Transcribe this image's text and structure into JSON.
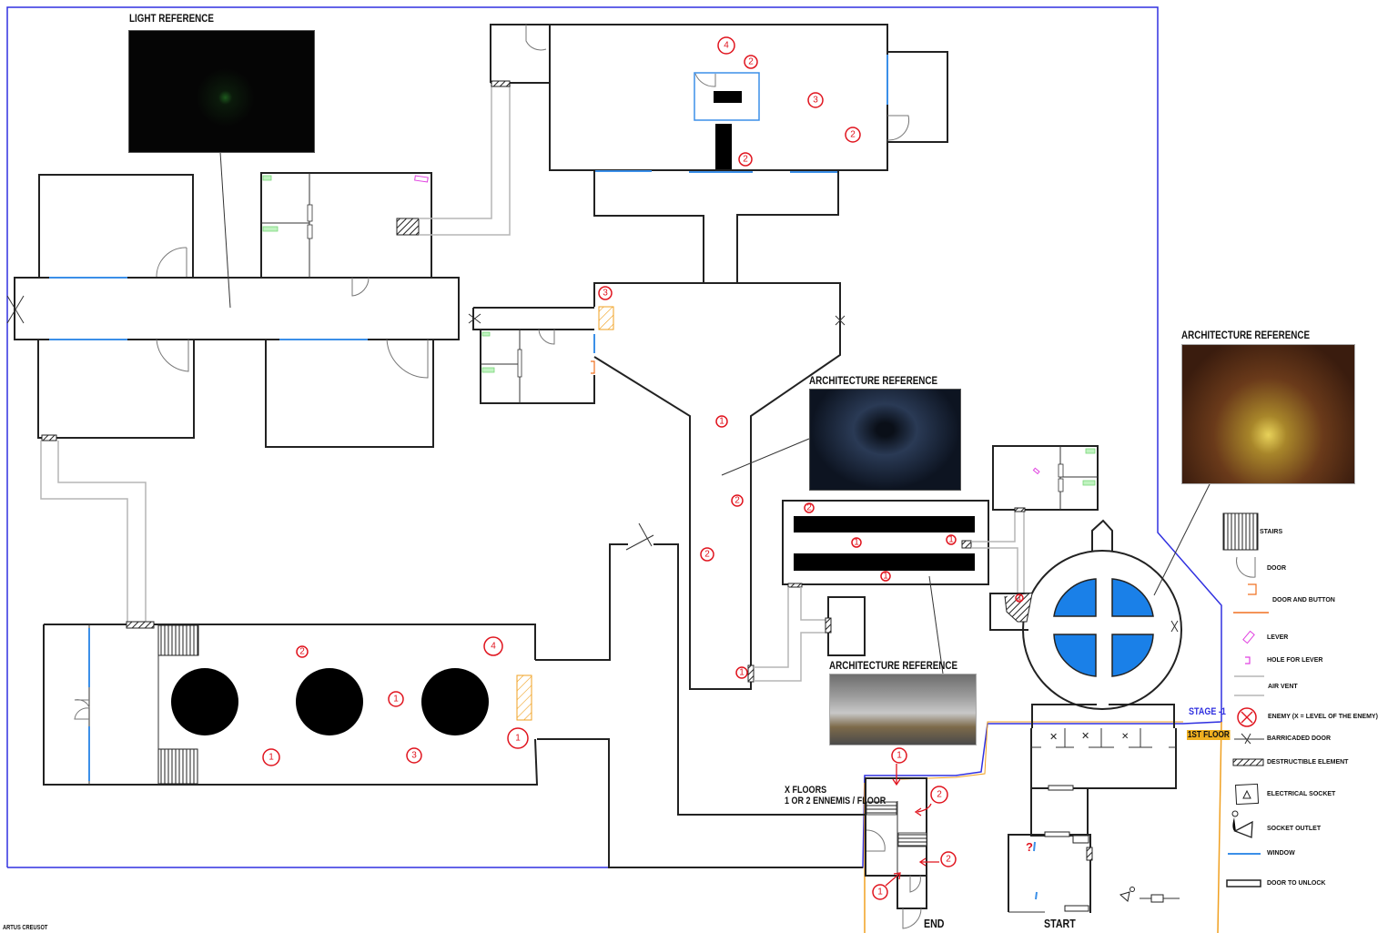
{
  "document": {
    "author": "ARTUS CREUSOT",
    "type": "Level design floor plan"
  },
  "references": [
    {
      "title": "LIGHT REFERENCE",
      "description": "Dark corridor with green light"
    },
    {
      "title": "ARCHITECTURE REFERENCE",
      "description": "Blue-lit sci-fi corridor"
    },
    {
      "title": "ARCHITECTURE REFERENCE",
      "description": "Greenhouse corridor with planters"
    },
    {
      "title": "ARCHITECTURE REFERENCE",
      "description": "Reactor chamber"
    }
  ],
  "annotations": {
    "floors_note_line1": "X FLOORS",
    "floors_note_line2": "1 OR 2 ENNEMIS / FLOOR",
    "start": "START",
    "end": "END",
    "stage_minus1": "STAGE -1",
    "first_floor": "1ST FLOOR"
  },
  "enemies": {
    "top_hall": [
      "4",
      "2",
      "3",
      "2",
      "2"
    ],
    "t_room": [
      "3"
    ],
    "central_corridor": [
      "1",
      "2",
      "2",
      "1"
    ],
    "corridor_room": [
      "2",
      "1",
      "1",
      "1"
    ],
    "reactor_side": [
      "1"
    ],
    "pillar_hall": [
      "2",
      "4",
      "1",
      "1",
      "1",
      "3"
    ],
    "stairwell": [
      "1",
      "2",
      "2",
      "1"
    ]
  },
  "legend": {
    "items": [
      {
        "icon": "stairs-icon",
        "label": "STAIRS"
      },
      {
        "icon": "door-icon",
        "label": "DOOR"
      },
      {
        "icon": "door-button-icon",
        "label": "DOOR AND BUTTON"
      },
      {
        "icon": "lever-icon",
        "label": "LEVER"
      },
      {
        "icon": "lever-hole-icon",
        "label": "HOLE FOR LEVER"
      },
      {
        "icon": "air-vent-icon",
        "label": "AIR VENT"
      },
      {
        "icon": "enemy-icon",
        "label": "ENEMY (X = LEVEL OF THE ENEMY)"
      },
      {
        "icon": "barricaded-door-icon",
        "label": "BARRICADED DOOR"
      },
      {
        "icon": "destructible-icon",
        "label": "DESTRUCTIBLE ELEMENT"
      },
      {
        "icon": "electrical-socket-icon",
        "label": "ELECTRICAL SOCKET"
      },
      {
        "icon": "socket-outlet-icon",
        "label": "SOCKET OUTLET"
      },
      {
        "icon": "window-icon",
        "label": "WINDOW"
      },
      {
        "icon": "door-unlock-icon",
        "label": "DOOR TO UNLOCK"
      }
    ]
  },
  "colors": {
    "wall": "#222222",
    "window": "#3b8fe8",
    "enemy": "#e0141e",
    "lever": "#e040e0",
    "door_button": "#f07020",
    "destructible_orange": "#f0a020",
    "stage_border": "#3030e0",
    "floor_border": "#f0a020",
    "reactor_blue": "#1a80e8"
  }
}
